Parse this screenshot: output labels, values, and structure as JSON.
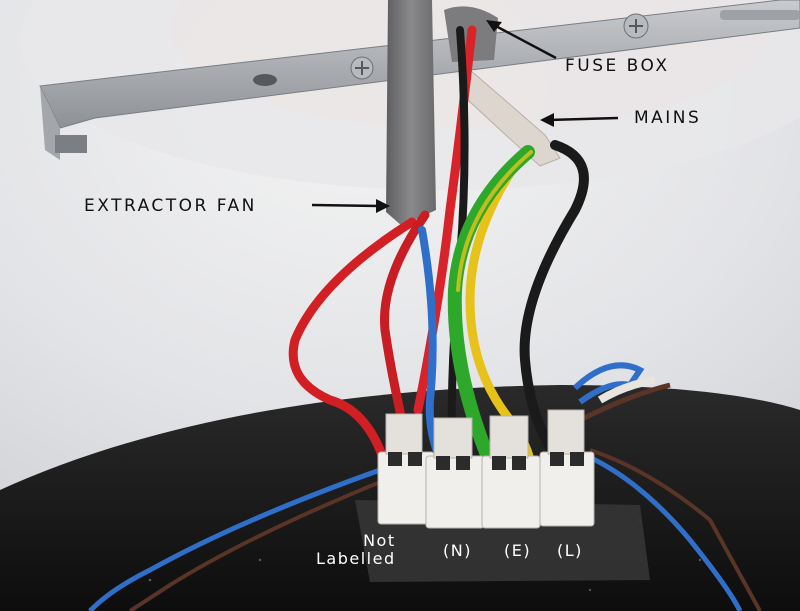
{
  "labels": {
    "fuse_box": "FUSE BOX",
    "mains": "MAINS",
    "extractor_fan": "EXTRACTOR FAN",
    "not_labelled_line1": "Not",
    "not_labelled_line2": "Labelled",
    "neutral": "(N)",
    "earth": "(E)",
    "live": "(L)"
  },
  "colors": {
    "wire_red": "#d21f24",
    "wire_blue": "#2f6fc9",
    "wire_brown": "#5a3426",
    "wire_black": "#1a1a1a",
    "wire_green": "#2ea82b",
    "wire_yellow": "#e6c21a",
    "fixture_black": "#141414"
  }
}
